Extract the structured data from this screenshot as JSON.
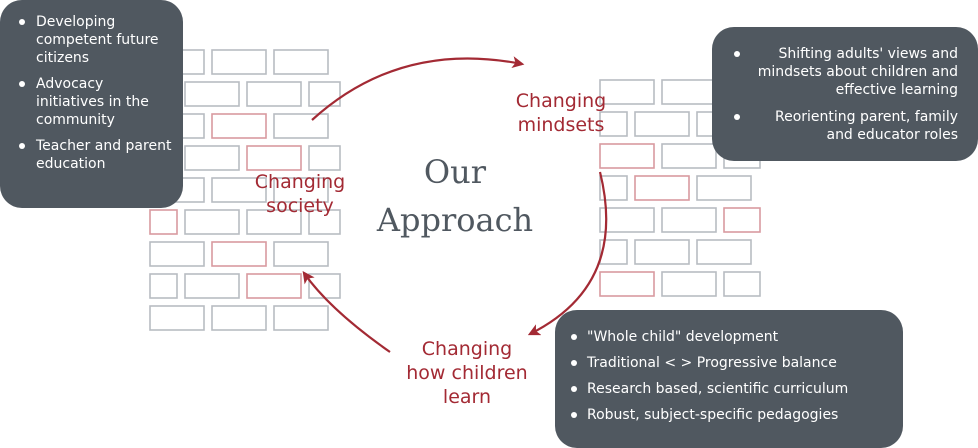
{
  "center_title": {
    "line1": "Our",
    "line2": "Approach"
  },
  "stages": {
    "society": {
      "line1": "Changing",
      "line2": "society"
    },
    "mindsets": {
      "line1": "Changing",
      "line2": "mindsets"
    },
    "children": {
      "line1": "Changing",
      "line2": "how children",
      "line3": "learn"
    }
  },
  "boxes": {
    "top_left": {
      "items": [
        "Developing competent future citizens",
        "Advocacy initiatives in the community",
        "Teacher and parent education"
      ]
    },
    "top_right": {
      "items": [
        "Shifting adults' views and mindsets about children and effective learning",
        "Reorienting parent, family and educator roles"
      ]
    },
    "bottom_right": {
      "items": [
        "\"Whole child\" development",
        "Traditional < > Progressive balance",
        "Research based, scientific curriculum",
        "Robust, subject-specific pedagogies"
      ]
    }
  },
  "colors": {
    "accent_red": "#a32a34",
    "box_fill": "#505860",
    "brick_gray": "#b8bcc2",
    "brick_red": "#d89aa0"
  }
}
